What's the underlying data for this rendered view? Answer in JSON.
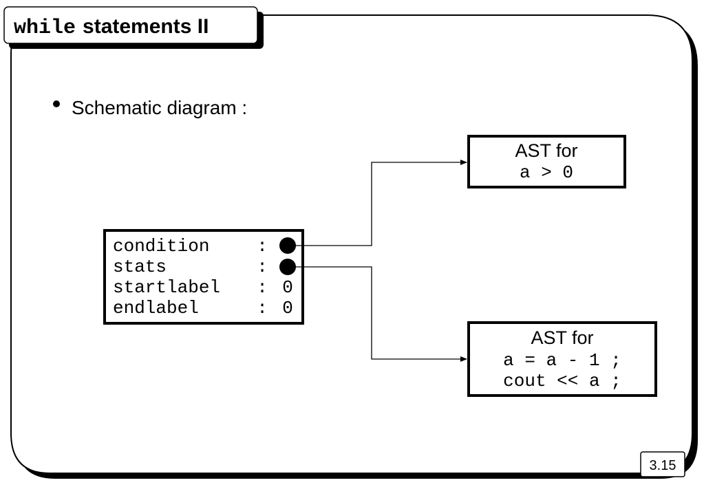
{
  "slide": {
    "title_code": "while",
    "title_rest": "statements II",
    "page_number": "3.15"
  },
  "content": {
    "bullet": "Schematic diagram :"
  },
  "node_record": {
    "rows": [
      {
        "field": "condition",
        "sep": ":",
        "value": "",
        "is_pointer": true
      },
      {
        "field": "stats",
        "sep": ":",
        "value": "",
        "is_pointer": true
      },
      {
        "field": "startlabel",
        "sep": ":",
        "value": "0",
        "is_pointer": false
      },
      {
        "field": "endlabel",
        "sep": ":",
        "value": "0",
        "is_pointer": false
      }
    ]
  },
  "ast_condition": {
    "heading": "AST for",
    "lines": [
      "a > 0"
    ]
  },
  "ast_stats": {
    "heading": "AST for",
    "lines": [
      "a = a - 1 ;",
      "cout << a ;"
    ]
  }
}
